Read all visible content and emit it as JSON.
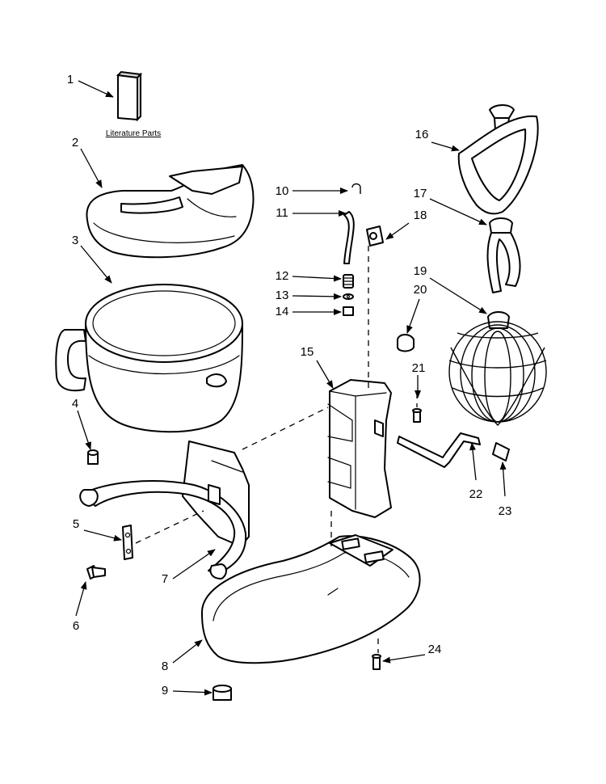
{
  "literature_label": "Literature Parts",
  "callouts": [
    "1",
    "2",
    "3",
    "4",
    "5",
    "6",
    "7",
    "8",
    "9",
    "10",
    "11",
    "12",
    "13",
    "14",
    "15",
    "16",
    "17",
    "18",
    "19",
    "20",
    "21",
    "22",
    "23",
    "24"
  ]
}
